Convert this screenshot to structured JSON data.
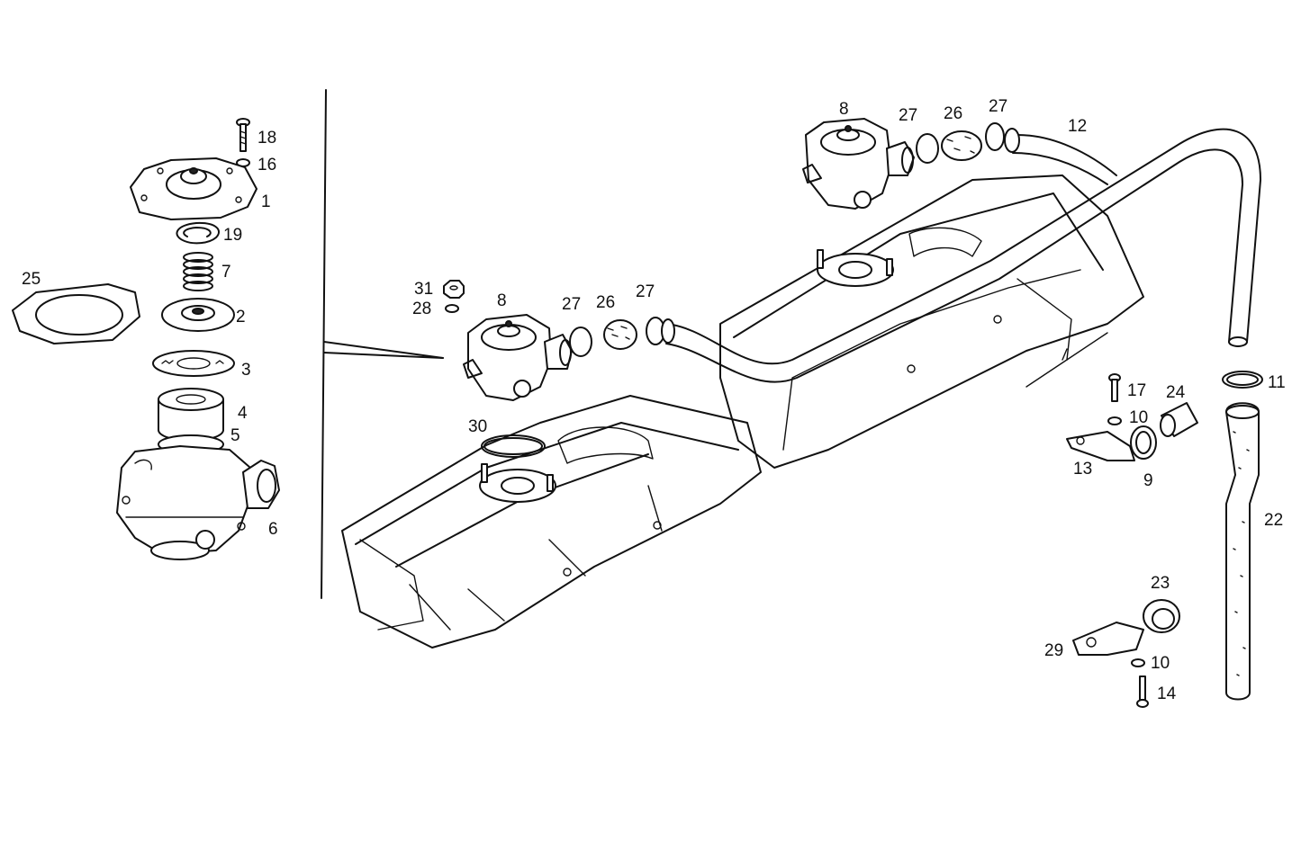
{
  "diagram": {
    "part_labels": [
      {
        "id": "18",
        "text": "18"
      },
      {
        "id": "16",
        "text": "16"
      },
      {
        "id": "1",
        "text": "1"
      },
      {
        "id": "19",
        "text": "19"
      },
      {
        "id": "7",
        "text": "7"
      },
      {
        "id": "25",
        "text": "25"
      },
      {
        "id": "2",
        "text": "2"
      },
      {
        "id": "3",
        "text": "3"
      },
      {
        "id": "4",
        "text": "4"
      },
      {
        "id": "5",
        "text": "5"
      },
      {
        "id": "6",
        "text": "6"
      },
      {
        "id": "31",
        "text": "31"
      },
      {
        "id": "28",
        "text": "28"
      },
      {
        "id": "8a",
        "text": "8"
      },
      {
        "id": "27a",
        "text": "27"
      },
      {
        "id": "26a",
        "text": "26"
      },
      {
        "id": "27b",
        "text": "27"
      },
      {
        "id": "30",
        "text": "30"
      },
      {
        "id": "8b",
        "text": "8"
      },
      {
        "id": "27c",
        "text": "27"
      },
      {
        "id": "26b",
        "text": "26"
      },
      {
        "id": "27d",
        "text": "27"
      },
      {
        "id": "12",
        "text": "12"
      },
      {
        "id": "11",
        "text": "11"
      },
      {
        "id": "17",
        "text": "17"
      },
      {
        "id": "24",
        "text": "24"
      },
      {
        "id": "10a",
        "text": "10"
      },
      {
        "id": "13",
        "text": "13"
      },
      {
        "id": "9",
        "text": "9"
      },
      {
        "id": "22",
        "text": "22"
      },
      {
        "id": "23",
        "text": "23"
      },
      {
        "id": "29",
        "text": "29"
      },
      {
        "id": "10b",
        "text": "10"
      },
      {
        "id": "14",
        "text": "14"
      }
    ],
    "colors": {
      "ink": "#111111",
      "paper": "#ffffff"
    }
  }
}
